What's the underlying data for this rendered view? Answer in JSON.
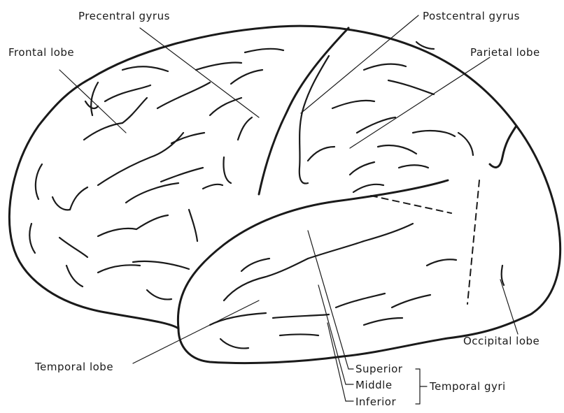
{
  "labels": {
    "precentral_gyrus": "Precentral gyrus",
    "postcentral_gyrus": "Postcentral gyrus",
    "frontal_lobe": "Frontal lobe",
    "parietal_lobe": "Parietal lobe",
    "occipital_lobe": "Occipital lobe",
    "temporal_lobe": "Temporal lobe",
    "superior": "Superior",
    "middle": "Middle",
    "inferior": "Inferior",
    "temporal_gyri": "Temporal gyri"
  }
}
